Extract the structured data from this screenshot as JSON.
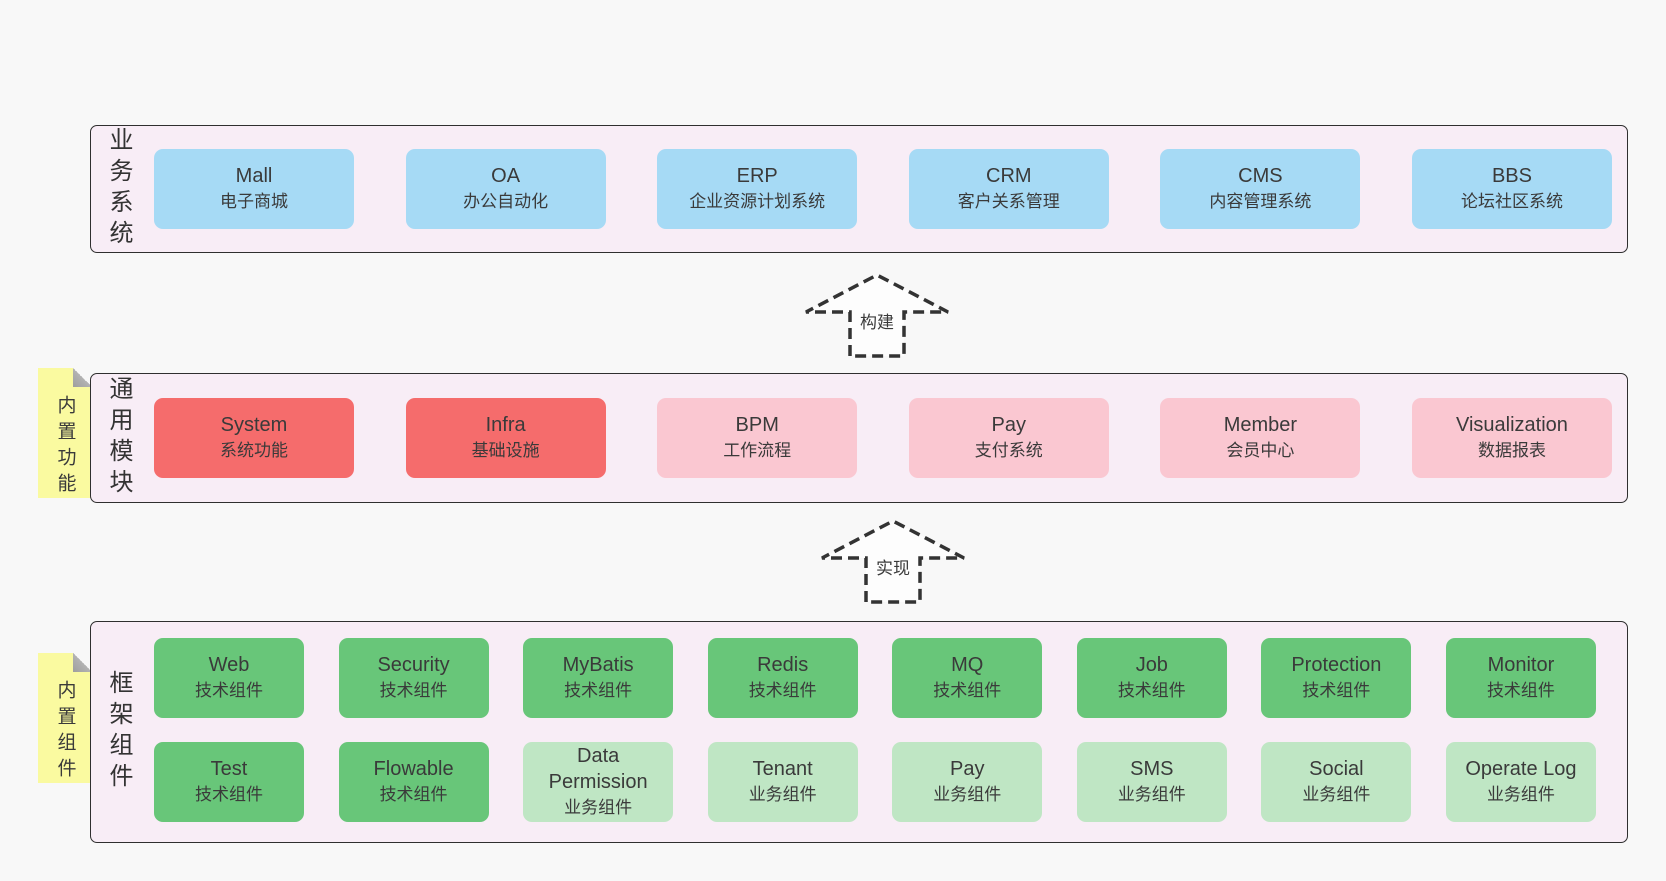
{
  "colors": {
    "page_bg": "#f8f8f8",
    "container_bg": "#f8edf6",
    "container_border": "#2f2f2f",
    "business_box": "#a6daf5",
    "core_module_box": "#f56c6c",
    "optional_module_box": "#fac7d1",
    "tech_component_box": "#68c679",
    "biz_component_box": "#bfe6c4",
    "note_bg": "#fafaa0",
    "note_fold": "#b3b3b3",
    "text": "#3a3a3a"
  },
  "arrows": [
    {
      "label": "构建"
    },
    {
      "label": "实现"
    }
  ],
  "layers": [
    {
      "label": "业务系统",
      "boxes": [
        {
          "name": "Mall",
          "desc": "电子商城",
          "variant": "blue"
        },
        {
          "name": "OA",
          "desc": "办公自动化",
          "variant": "blue"
        },
        {
          "name": "ERP",
          "desc": "企业资源计划系统",
          "variant": "blue"
        },
        {
          "name": "CRM",
          "desc": "客户关系管理",
          "variant": "blue"
        },
        {
          "name": "CMS",
          "desc": "内容管理系统",
          "variant": "blue"
        },
        {
          "name": "BBS",
          "desc": "论坛社区系统",
          "variant": "blue"
        }
      ]
    },
    {
      "label": "通用模块",
      "note": "内置功能",
      "boxes": [
        {
          "name": "System",
          "desc": "系统功能",
          "variant": "red"
        },
        {
          "name": "Infra",
          "desc": "基础设施",
          "variant": "red"
        },
        {
          "name": "BPM",
          "desc": "工作流程",
          "variant": "pink"
        },
        {
          "name": "Pay",
          "desc": "支付系统",
          "variant": "pink"
        },
        {
          "name": "Member",
          "desc": "会员中心",
          "variant": "pink"
        },
        {
          "name": "Visualization",
          "desc": "数据报表",
          "variant": "pink"
        }
      ]
    },
    {
      "label": "框架组件",
      "note": "内置组件",
      "rows": [
        [
          {
            "name": "Web",
            "desc": "技术组件",
            "variant": "green"
          },
          {
            "name": "Security",
            "desc": "技术组件",
            "variant": "green"
          },
          {
            "name": "MyBatis",
            "desc": "技术组件",
            "variant": "green"
          },
          {
            "name": "Redis",
            "desc": "技术组件",
            "variant": "green"
          },
          {
            "name": "MQ",
            "desc": "技术组件",
            "variant": "green"
          },
          {
            "name": "Job",
            "desc": "技术组件",
            "variant": "green"
          },
          {
            "name": "Protection",
            "desc": "技术组件",
            "variant": "green"
          },
          {
            "name": "Monitor",
            "desc": "技术组件",
            "variant": "green"
          }
        ],
        [
          {
            "name": "Test",
            "desc": "技术组件",
            "variant": "green"
          },
          {
            "name": "Flowable",
            "desc": "技术组件",
            "variant": "green"
          },
          {
            "name": "Data Permission",
            "desc": "业务组件",
            "variant": "green-light"
          },
          {
            "name": "Tenant",
            "desc": "业务组件",
            "variant": "green-light"
          },
          {
            "name": "Pay",
            "desc": "业务组件",
            "variant": "green-light"
          },
          {
            "name": "SMS",
            "desc": "业务组件",
            "variant": "green-light"
          },
          {
            "name": "Social",
            "desc": "业务组件",
            "variant": "green-light"
          },
          {
            "name": "Operate Log",
            "desc": "业务组件",
            "variant": "green-light"
          }
        ]
      ]
    }
  ]
}
